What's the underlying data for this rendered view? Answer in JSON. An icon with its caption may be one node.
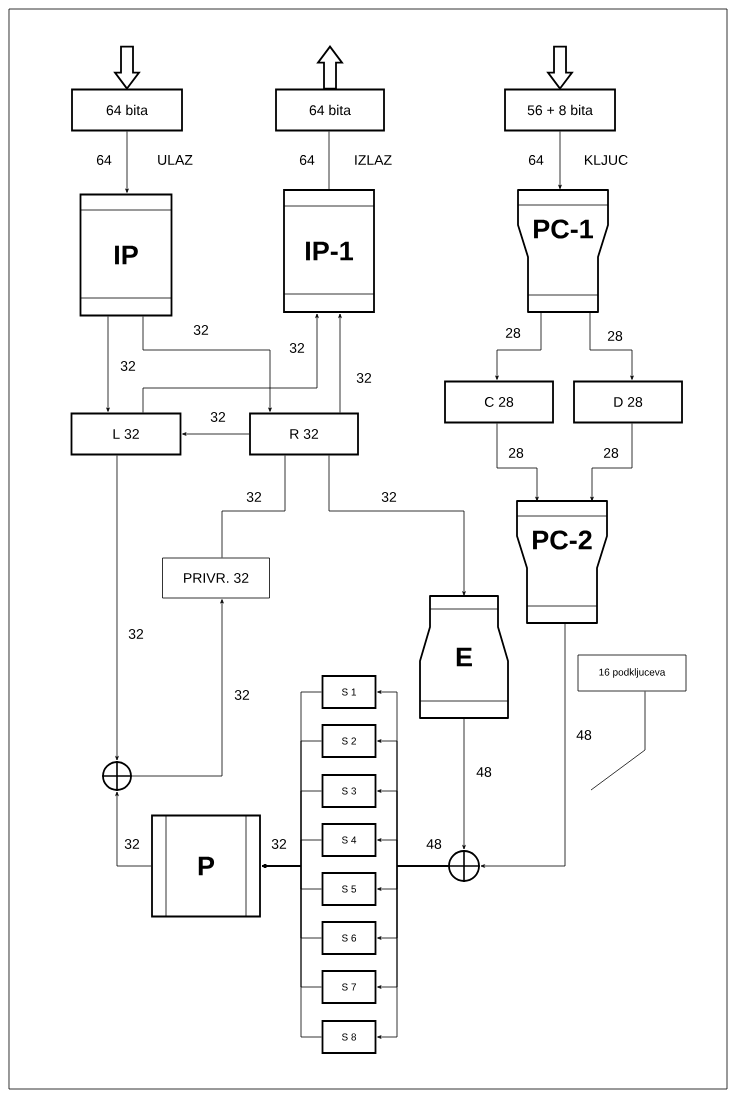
{
  "diagram": {
    "nodes": [
      {
        "text": [
          "64 bita"
        ]
      },
      {
        "text": [
          "64 bita"
        ]
      },
      {
        "text": [
          "56 + 8 bita"
        ]
      },
      {
        "text": [
          "IP"
        ]
      },
      {
        "text": [
          "IP-1"
        ]
      },
      {
        "text": [
          "PC-1"
        ]
      },
      {
        "text": [
          "C 28"
        ]
      },
      {
        "text": [
          "D 28"
        ]
      },
      {
        "text": [
          "L 32"
        ]
      },
      {
        "text": [
          "R 32"
        ]
      },
      {
        "text": [
          "PC-2"
        ]
      },
      {
        "text": [
          "PRIVR. 32"
        ]
      },
      {
        "text": [
          "E"
        ]
      },
      {
        "text": [
          "16 podkljuceva"
        ]
      },
      {
        "text": [
          "S 1"
        ]
      },
      {
        "text": [
          "S 2"
        ]
      },
      {
        "text": [
          "S 3"
        ]
      },
      {
        "text": [
          "S 4"
        ]
      },
      {
        "text": [
          "S 5"
        ]
      },
      {
        "text": [
          "S 6"
        ]
      },
      {
        "text": [
          "S 7"
        ]
      },
      {
        "text": [
          "S 8"
        ]
      },
      {
        "text": [],
        "shape": "circle"
      },
      {
        "text": [
          "P"
        ]
      },
      {
        "text": [],
        "shape": "circle"
      }
    ],
    "edges": [
      {
        "from": null,
        "to": 0,
        "arrow": "to",
        "style": "thick"
      },
      {
        "from": 1,
        "to": null,
        "arrow": "to",
        "style": "thick"
      },
      {
        "from": null,
        "to": 2,
        "arrow": "to",
        "style": "thick"
      },
      {
        "from": 0,
        "to": 3,
        "arrow": "to",
        "label": "64"
      },
      {
        "from": 4,
        "to": 1,
        "arrow": "none",
        "label": "64"
      },
      {
        "from": 2,
        "to": 5,
        "arrow": "to",
        "label": "64"
      },
      {
        "from": 3,
        "to": 8,
        "arrow": "to",
        "label": "32"
      },
      {
        "from": 3,
        "to": 9,
        "arrow": "to",
        "label": "32"
      },
      {
        "from": 8,
        "to": 4,
        "arrow": "to",
        "label": "32"
      },
      {
        "from": 9,
        "to": 4,
        "arrow": "to",
        "label": "32"
      },
      {
        "from": 9,
        "to": 8,
        "arrow": "to",
        "label": "32"
      },
      {
        "from": 5,
        "to": 6,
        "arrow": "to",
        "label": "28"
      },
      {
        "from": 5,
        "to": 7,
        "arrow": "to",
        "label": "28"
      },
      {
        "from": 6,
        "to": 10,
        "arrow": "to",
        "label": "28"
      },
      {
        "from": 7,
        "to": 10,
        "arrow": "to",
        "label": "28"
      },
      {
        "from": 9,
        "to": 11,
        "arrow": "none",
        "label": "32"
      },
      {
        "from": 9,
        "to": 12,
        "arrow": "to",
        "label": "32"
      },
      {
        "from": 8,
        "to": 22,
        "arrow": "to",
        "label": "32"
      },
      {
        "from": 22,
        "to": 11,
        "arrow": "to",
        "label": "32"
      },
      {
        "from": 23,
        "to": 22,
        "arrow": "to",
        "label": "32"
      },
      {
        "from": 12,
        "to": 24,
        "arrow": "to",
        "label": "48"
      },
      {
        "from": 10,
        "to": 24,
        "arrow": "to",
        "label": "48"
      },
      {
        "from": 13,
        "to": null,
        "arrow": "none"
      },
      {
        "from": 24,
        "to": 14,
        "arrow": "to"
      },
      {
        "from": 24,
        "to": 15,
        "arrow": "to"
      },
      {
        "from": 24,
        "to": 16,
        "arrow": "to"
      },
      {
        "from": 24,
        "to": 17,
        "arrow": "to",
        "label": "48"
      },
      {
        "from": 24,
        "to": 18,
        "arrow": "to"
      },
      {
        "from": 24,
        "to": 19,
        "arrow": "to"
      },
      {
        "from": 24,
        "to": 20,
        "arrow": "to"
      },
      {
        "from": 24,
        "to": 21,
        "arrow": "to"
      },
      {
        "from": 14,
        "to": 23,
        "arrow": "to"
      },
      {
        "from": 15,
        "to": 23,
        "arrow": "to"
      },
      {
        "from": 16,
        "to": 23,
        "arrow": "to"
      },
      {
        "from": 17,
        "to": 23,
        "arrow": "to",
        "label": "32"
      },
      {
        "from": 18,
        "to": 23,
        "arrow": "to"
      },
      {
        "from": 19,
        "to": 23,
        "arrow": "to"
      },
      {
        "from": 20,
        "to": 23,
        "arrow": "to"
      },
      {
        "from": 21,
        "to": 23,
        "arrow": "to"
      }
    ],
    "labels": [
      "ULAZ",
      "IZLAZ",
      "KLJUC"
    ]
  }
}
